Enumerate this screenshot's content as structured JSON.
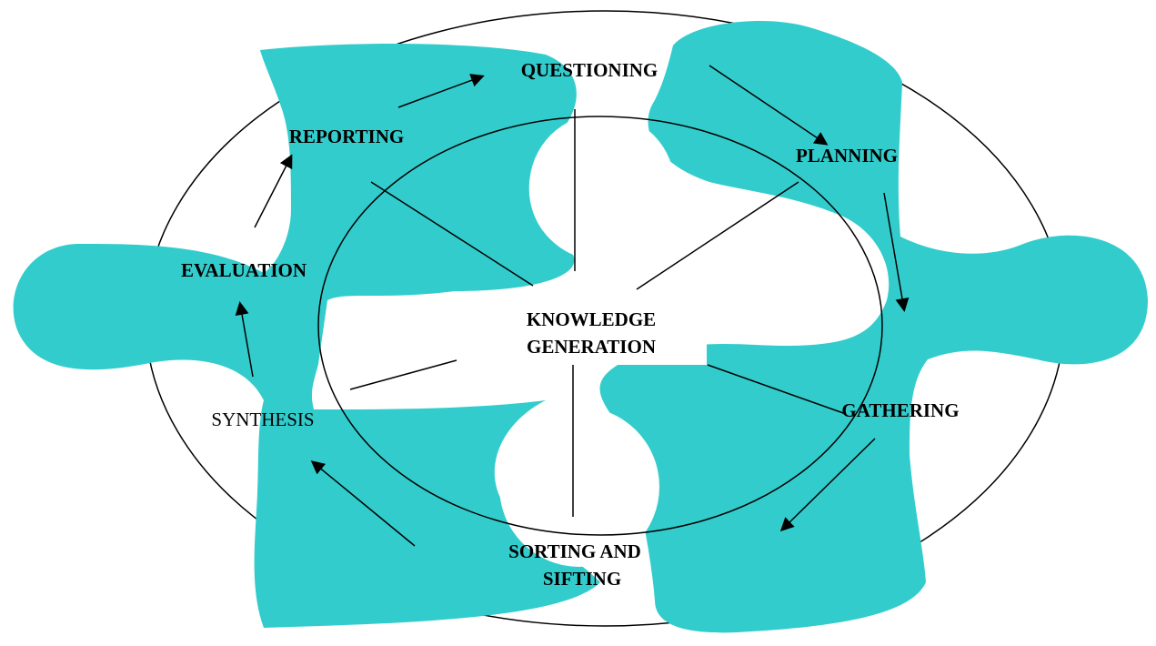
{
  "colors": {
    "puzzle_fill": "#33CCCC",
    "line": "#000000",
    "background": "#FFFFFF",
    "center_box": "#FFFFFF"
  },
  "center": {
    "line1": "KNOWLEDGE",
    "line2": "GENERATION"
  },
  "stages": {
    "questioning": "QUESTIONING",
    "planning": "PLANNING",
    "gathering": "GATHERING",
    "sorting_line1": "SORTING AND",
    "sorting_line2": "SIFTING",
    "synthesis": "SYNTHESIS",
    "evaluation": "EVALUATION",
    "reporting": "REPORTING"
  }
}
